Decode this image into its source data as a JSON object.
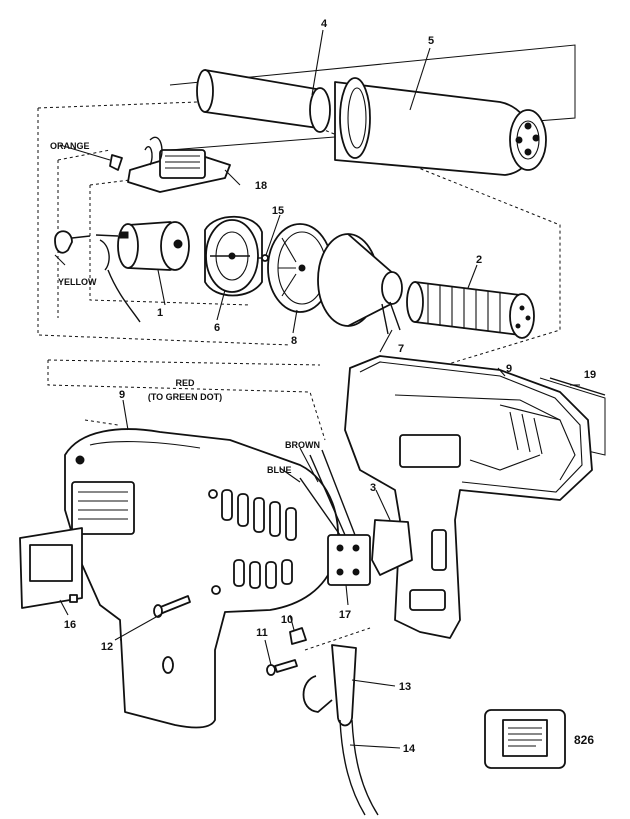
{
  "part_numbers": [
    "1",
    "2",
    "3",
    "4",
    "5",
    "6",
    "7",
    "8",
    "9",
    "9",
    "10",
    "11",
    "12",
    "13",
    "14",
    "15",
    "16",
    "17",
    "18",
    "19"
  ],
  "wire_labels": {
    "orange": "ORANGE",
    "yellow": "YELLOW",
    "red_line1": "RED",
    "red_line2": "(TO GREEN DOT)",
    "brown": "BROWN",
    "blue": "BLUE"
  },
  "diagram_code": "826"
}
